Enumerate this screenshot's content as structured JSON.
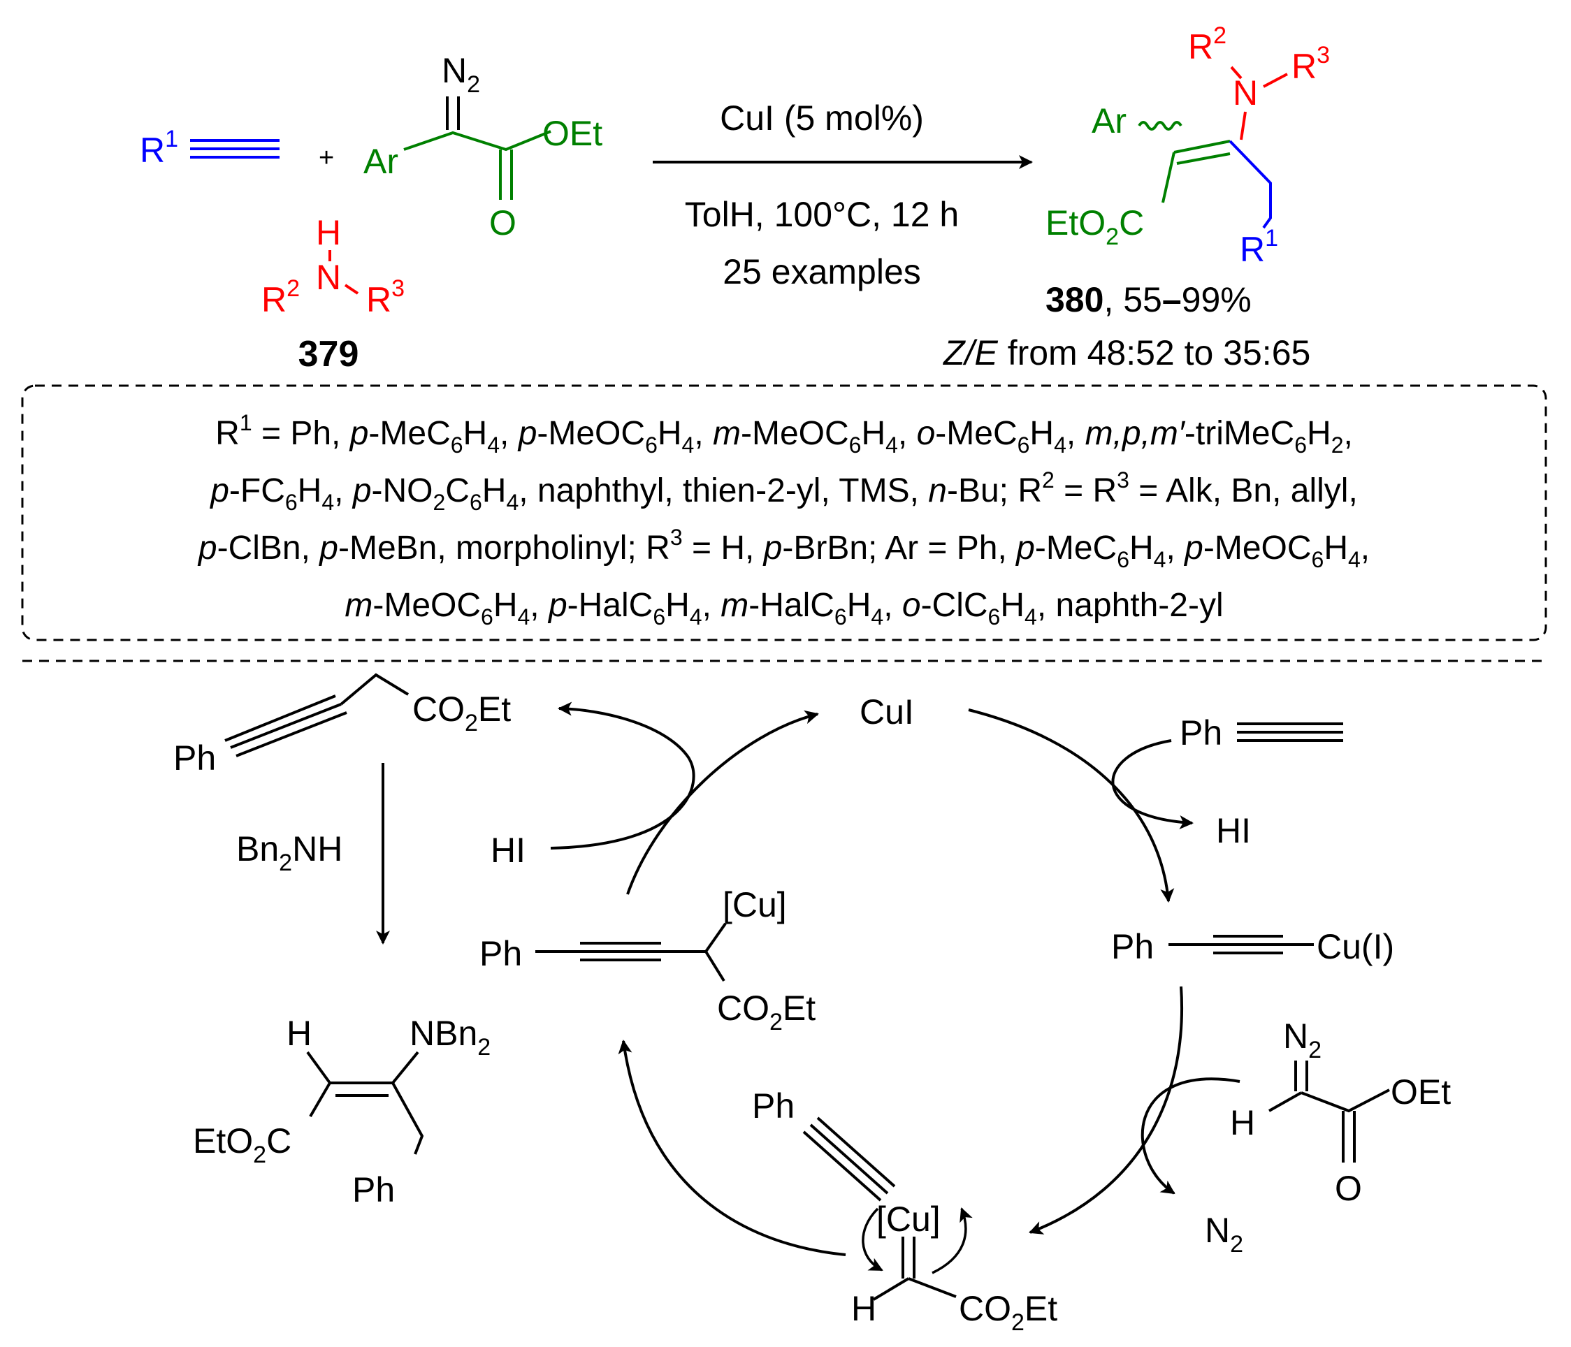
{
  "colors": {
    "black": "#000000",
    "blue": "#0000ff",
    "red": "#ff0000",
    "green": "#008000"
  },
  "reaction": {
    "alkyne": {
      "r": "R",
      "r_sup": "1"
    },
    "plus": "+",
    "diazo": {
      "n2": "N",
      "n2_sub": "2",
      "ar": "Ar",
      "oet": "OEt",
      "o": "O"
    },
    "amine": {
      "h": "H",
      "n": "N",
      "r2": "R",
      "r2_sup": "2",
      "r3": "R",
      "r3_sup": "3",
      "label": "379"
    },
    "conditions": {
      "catalyst": "CuI (5 mol%)",
      "solvent": "TolH,  100°C, 12 h",
      "examples": "25 examples"
    },
    "product": {
      "r2": "R",
      "r2_sup": "2",
      "n": "N",
      "r3": "R",
      "r3_sup": "3",
      "ar": "Ar",
      "ester_a": "EtO",
      "ester_sub": "2",
      "ester_b": "C",
      "r1": "R",
      "r1_sup": "1",
      "label": "380",
      "yield": ", 55",
      "yield_dash": "–",
      "yield_end": "99%",
      "ze_italic": "Z/E",
      "ze_rest": " from 48:52 to 35:65"
    }
  },
  "substituents": {
    "line1": [
      {
        "t": "R"
      },
      {
        "t": "1",
        "sup": true
      },
      {
        "t": " = Ph, "
      },
      {
        "t": "p",
        "i": true
      },
      {
        "t": "-MeC"
      },
      {
        "t": "6",
        "sub": true
      },
      {
        "t": "H"
      },
      {
        "t": "4",
        "sub": true
      },
      {
        "t": ", "
      },
      {
        "t": "p",
        "i": true
      },
      {
        "t": "-MeOC"
      },
      {
        "t": "6",
        "sub": true
      },
      {
        "t": "H"
      },
      {
        "t": "4",
        "sub": true
      },
      {
        "t": ", "
      },
      {
        "t": "m",
        "i": true
      },
      {
        "t": "-MeOC"
      },
      {
        "t": "6",
        "sub": true
      },
      {
        "t": "H"
      },
      {
        "t": "4",
        "sub": true
      },
      {
        "t": ", "
      },
      {
        "t": "o",
        "i": true
      },
      {
        "t": "-MeC"
      },
      {
        "t": "6",
        "sub": true
      },
      {
        "t": "H"
      },
      {
        "t": "4",
        "sub": true
      },
      {
        "t": ", "
      },
      {
        "t": "m,p,m′",
        "i": true
      },
      {
        "t": "-triMeC"
      },
      {
        "t": "6",
        "sub": true
      },
      {
        "t": "H"
      },
      {
        "t": "2",
        "sub": true
      },
      {
        "t": ","
      }
    ],
    "line2": [
      {
        "t": "p",
        "i": true
      },
      {
        "t": "-FC"
      },
      {
        "t": "6",
        "sub": true
      },
      {
        "t": "H"
      },
      {
        "t": "4",
        "sub": true
      },
      {
        "t": ", "
      },
      {
        "t": "p",
        "i": true
      },
      {
        "t": "-NO"
      },
      {
        "t": "2",
        "sub": true
      },
      {
        "t": "C"
      },
      {
        "t": "6",
        "sub": true
      },
      {
        "t": "H"
      },
      {
        "t": "4",
        "sub": true
      },
      {
        "t": ", naphthyl, thien-2-yl, TMS, "
      },
      {
        "t": "n",
        "i": true
      },
      {
        "t": "-Bu; R"
      },
      {
        "t": "2",
        "sup": true
      },
      {
        "t": " = R"
      },
      {
        "t": "3",
        "sup": true
      },
      {
        "t": " = Alk, Bn, allyl,"
      }
    ],
    "line3": [
      {
        "t": "p",
        "i": true
      },
      {
        "t": "-ClBn, "
      },
      {
        "t": "p",
        "i": true
      },
      {
        "t": "-MeBn, morpholinyl; R"
      },
      {
        "t": "3",
        "sup": true
      },
      {
        "t": " = H, "
      },
      {
        "t": "p",
        "i": true
      },
      {
        "t": "-BrBn; Ar = Ph, "
      },
      {
        "t": "p",
        "i": true
      },
      {
        "t": "-MeC"
      },
      {
        "t": "6",
        "sub": true
      },
      {
        "t": "H"
      },
      {
        "t": "4",
        "sub": true
      },
      {
        "t": ", "
      },
      {
        "t": "p",
        "i": true
      },
      {
        "t": "-MeOC"
      },
      {
        "t": "6",
        "sub": true
      },
      {
        "t": "H"
      },
      {
        "t": "4",
        "sub": true
      },
      {
        "t": ","
      }
    ],
    "line4": [
      {
        "t": "m",
        "i": true
      },
      {
        "t": "-MeOC"
      },
      {
        "t": "6",
        "sub": true
      },
      {
        "t": "H"
      },
      {
        "t": "4",
        "sub": true
      },
      {
        "t": ", "
      },
      {
        "t": "p",
        "i": true
      },
      {
        "t": "-HalC"
      },
      {
        "t": "6",
        "sub": true
      },
      {
        "t": "H"
      },
      {
        "t": "4",
        "sub": true
      },
      {
        "t": ", "
      },
      {
        "t": "m",
        "i": true
      },
      {
        "t": "-HalC"
      },
      {
        "t": "6",
        "sub": true
      },
      {
        "t": "H"
      },
      {
        "t": "4",
        "sub": true
      },
      {
        "t": ", "
      },
      {
        "t": "o",
        "i": true
      },
      {
        "t": "-ClC"
      },
      {
        "t": "6",
        "sub": true
      },
      {
        "t": "H"
      },
      {
        "t": "4",
        "sub": true
      },
      {
        "t": ", naphth-2-yl"
      }
    ]
  },
  "mechanism": {
    "catalyst": "CuI",
    "side_product": {
      "a": "CO",
      "sub": "2",
      "b": "Et",
      "ph": "Ph"
    },
    "amine_reagent": {
      "a": "Bn",
      "sub": "2",
      "b": "NH"
    },
    "enamine": {
      "h": "H",
      "nbn_a": "NBn",
      "nbn_sub": "2",
      "ester_a": "EtO",
      "ester_sub": "2",
      "ester_b": "C",
      "ph": "Ph"
    },
    "hi_left": "HI",
    "phenylacetylene": {
      "ph": "Ph"
    },
    "hi_right": "HI",
    "copper_acetylide": {
      "ph": "Ph",
      "cu": "Cu(I)"
    },
    "propargyl_copper": {
      "cu": "[Cu]",
      "ph": "Ph",
      "ester_a": "CO",
      "ester_sub": "2",
      "ester_b": "Et"
    },
    "ethyl_diazoacetate": {
      "n2": "N",
      "n2_sub": "2",
      "h": "H",
      "oet": "OEt",
      "o": "O"
    },
    "nitrogen": {
      "a": "N",
      "sub": "2"
    },
    "carbene_complex": {
      "ph": "Ph",
      "cu": "[Cu]",
      "h": "H",
      "ester_a": "CO",
      "ester_sub": "2",
      "ester_b": "Et"
    }
  }
}
